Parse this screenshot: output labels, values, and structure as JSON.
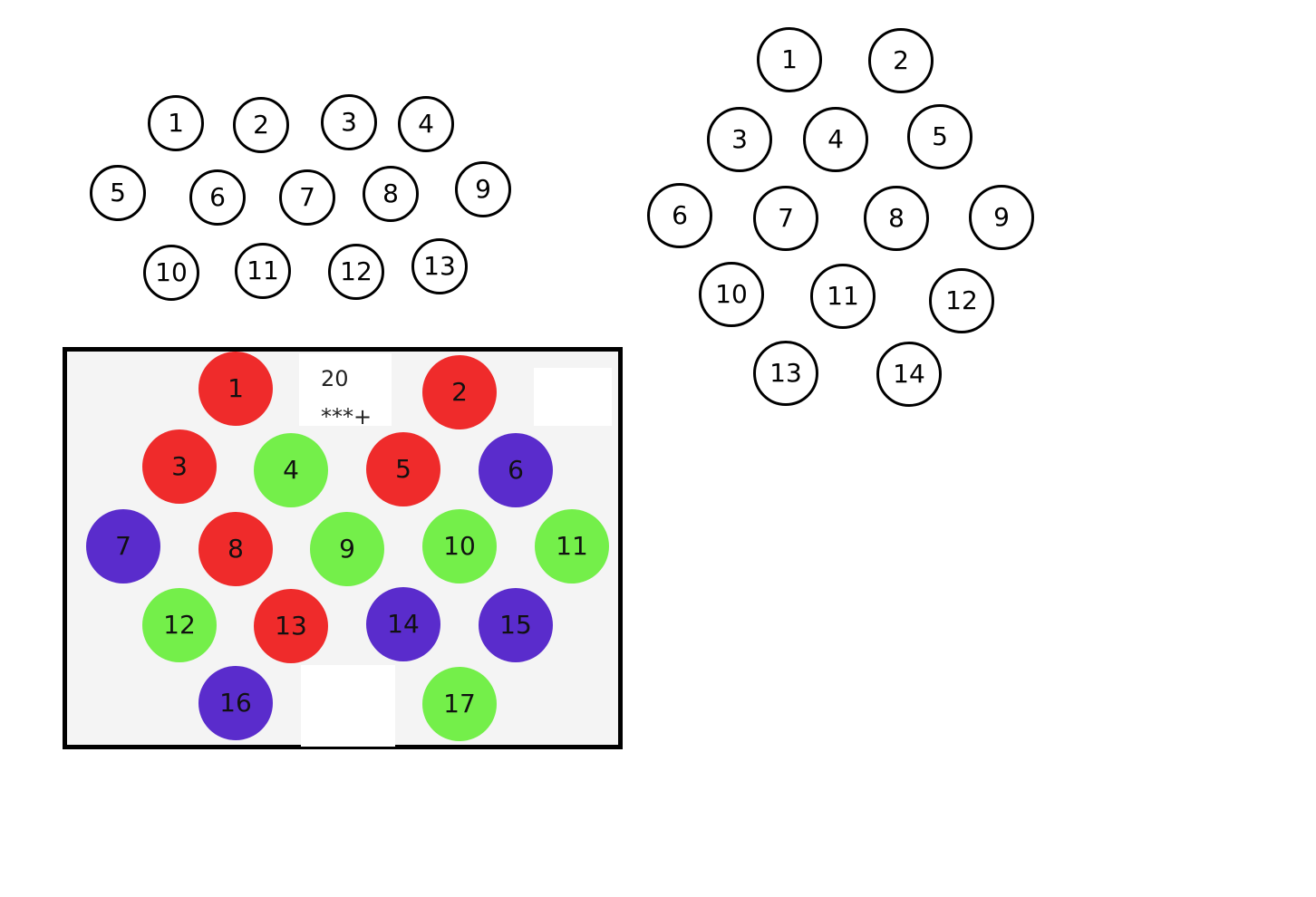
{
  "colors": {
    "red": "#ef2b2b",
    "green": "#74ef4a",
    "purple": "#5a2ccc",
    "panel": "#f4f4f4"
  },
  "left_group": {
    "labels": [
      "1",
      "2",
      "3",
      "4",
      "5",
      "6",
      "7",
      "8",
      "9",
      "10",
      "11",
      "12",
      "13"
    ]
  },
  "right_group": {
    "labels": [
      "1",
      "2",
      "3",
      "4",
      "5",
      "6",
      "7",
      "8",
      "9",
      "10",
      "11",
      "12",
      "13",
      "14"
    ]
  },
  "panel": {
    "note_line1": "20",
    "note_line2": "***+",
    "discs": [
      {
        "label": "1",
        "color": "red"
      },
      {
        "label": "2",
        "color": "red"
      },
      {
        "label": "3",
        "color": "red"
      },
      {
        "label": "4",
        "color": "green"
      },
      {
        "label": "5",
        "color": "red"
      },
      {
        "label": "6",
        "color": "purple"
      },
      {
        "label": "7",
        "color": "purple"
      },
      {
        "label": "8",
        "color": "red"
      },
      {
        "label": "9",
        "color": "green"
      },
      {
        "label": "10",
        "color": "green"
      },
      {
        "label": "11",
        "color": "green"
      },
      {
        "label": "12",
        "color": "green"
      },
      {
        "label": "13",
        "color": "red"
      },
      {
        "label": "14",
        "color": "purple"
      },
      {
        "label": "15",
        "color": "purple"
      },
      {
        "label": "16",
        "color": "purple"
      },
      {
        "label": "17",
        "color": "green"
      }
    ]
  }
}
